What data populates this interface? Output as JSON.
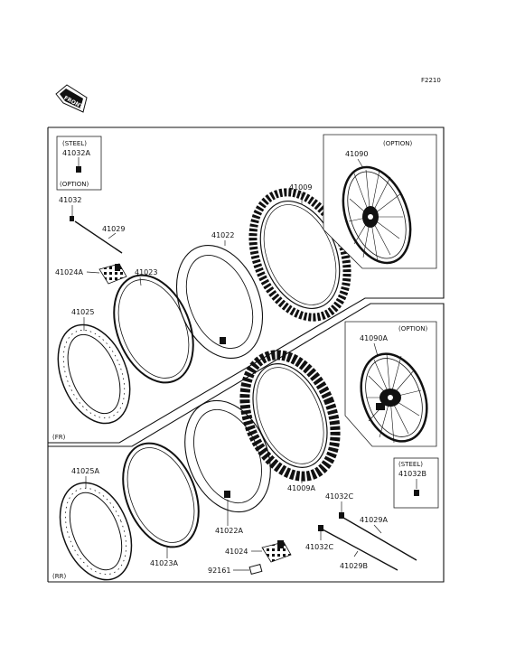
{
  "figure_code": "F2210",
  "front_label": "FRONT",
  "sections": {
    "front": "(FR)",
    "rear": "(RR)"
  },
  "inset_labels": {
    "steel": "(STEEL)",
    "option": "(OPTION)"
  },
  "parts": {
    "p41032A": "41032A",
    "p41032": "41032",
    "p41029": "41029",
    "p41024A": "41024A",
    "p41023": "41023",
    "p41022": "41022",
    "p41009": "41009",
    "p41090": "41090",
    "p41025": "41025",
    "p41090A": "41090A",
    "p41009A": "41009A",
    "p41032C_top": "41032C",
    "p41029A": "41029A",
    "p41032B": "41032B",
    "p41025A": "41025A",
    "p41022A": "41022A",
    "p41023A": "41023A",
    "p41024": "41024",
    "p92161": "92161",
    "p41032C_bottom": "41032C",
    "p41029B": "41029B"
  }
}
